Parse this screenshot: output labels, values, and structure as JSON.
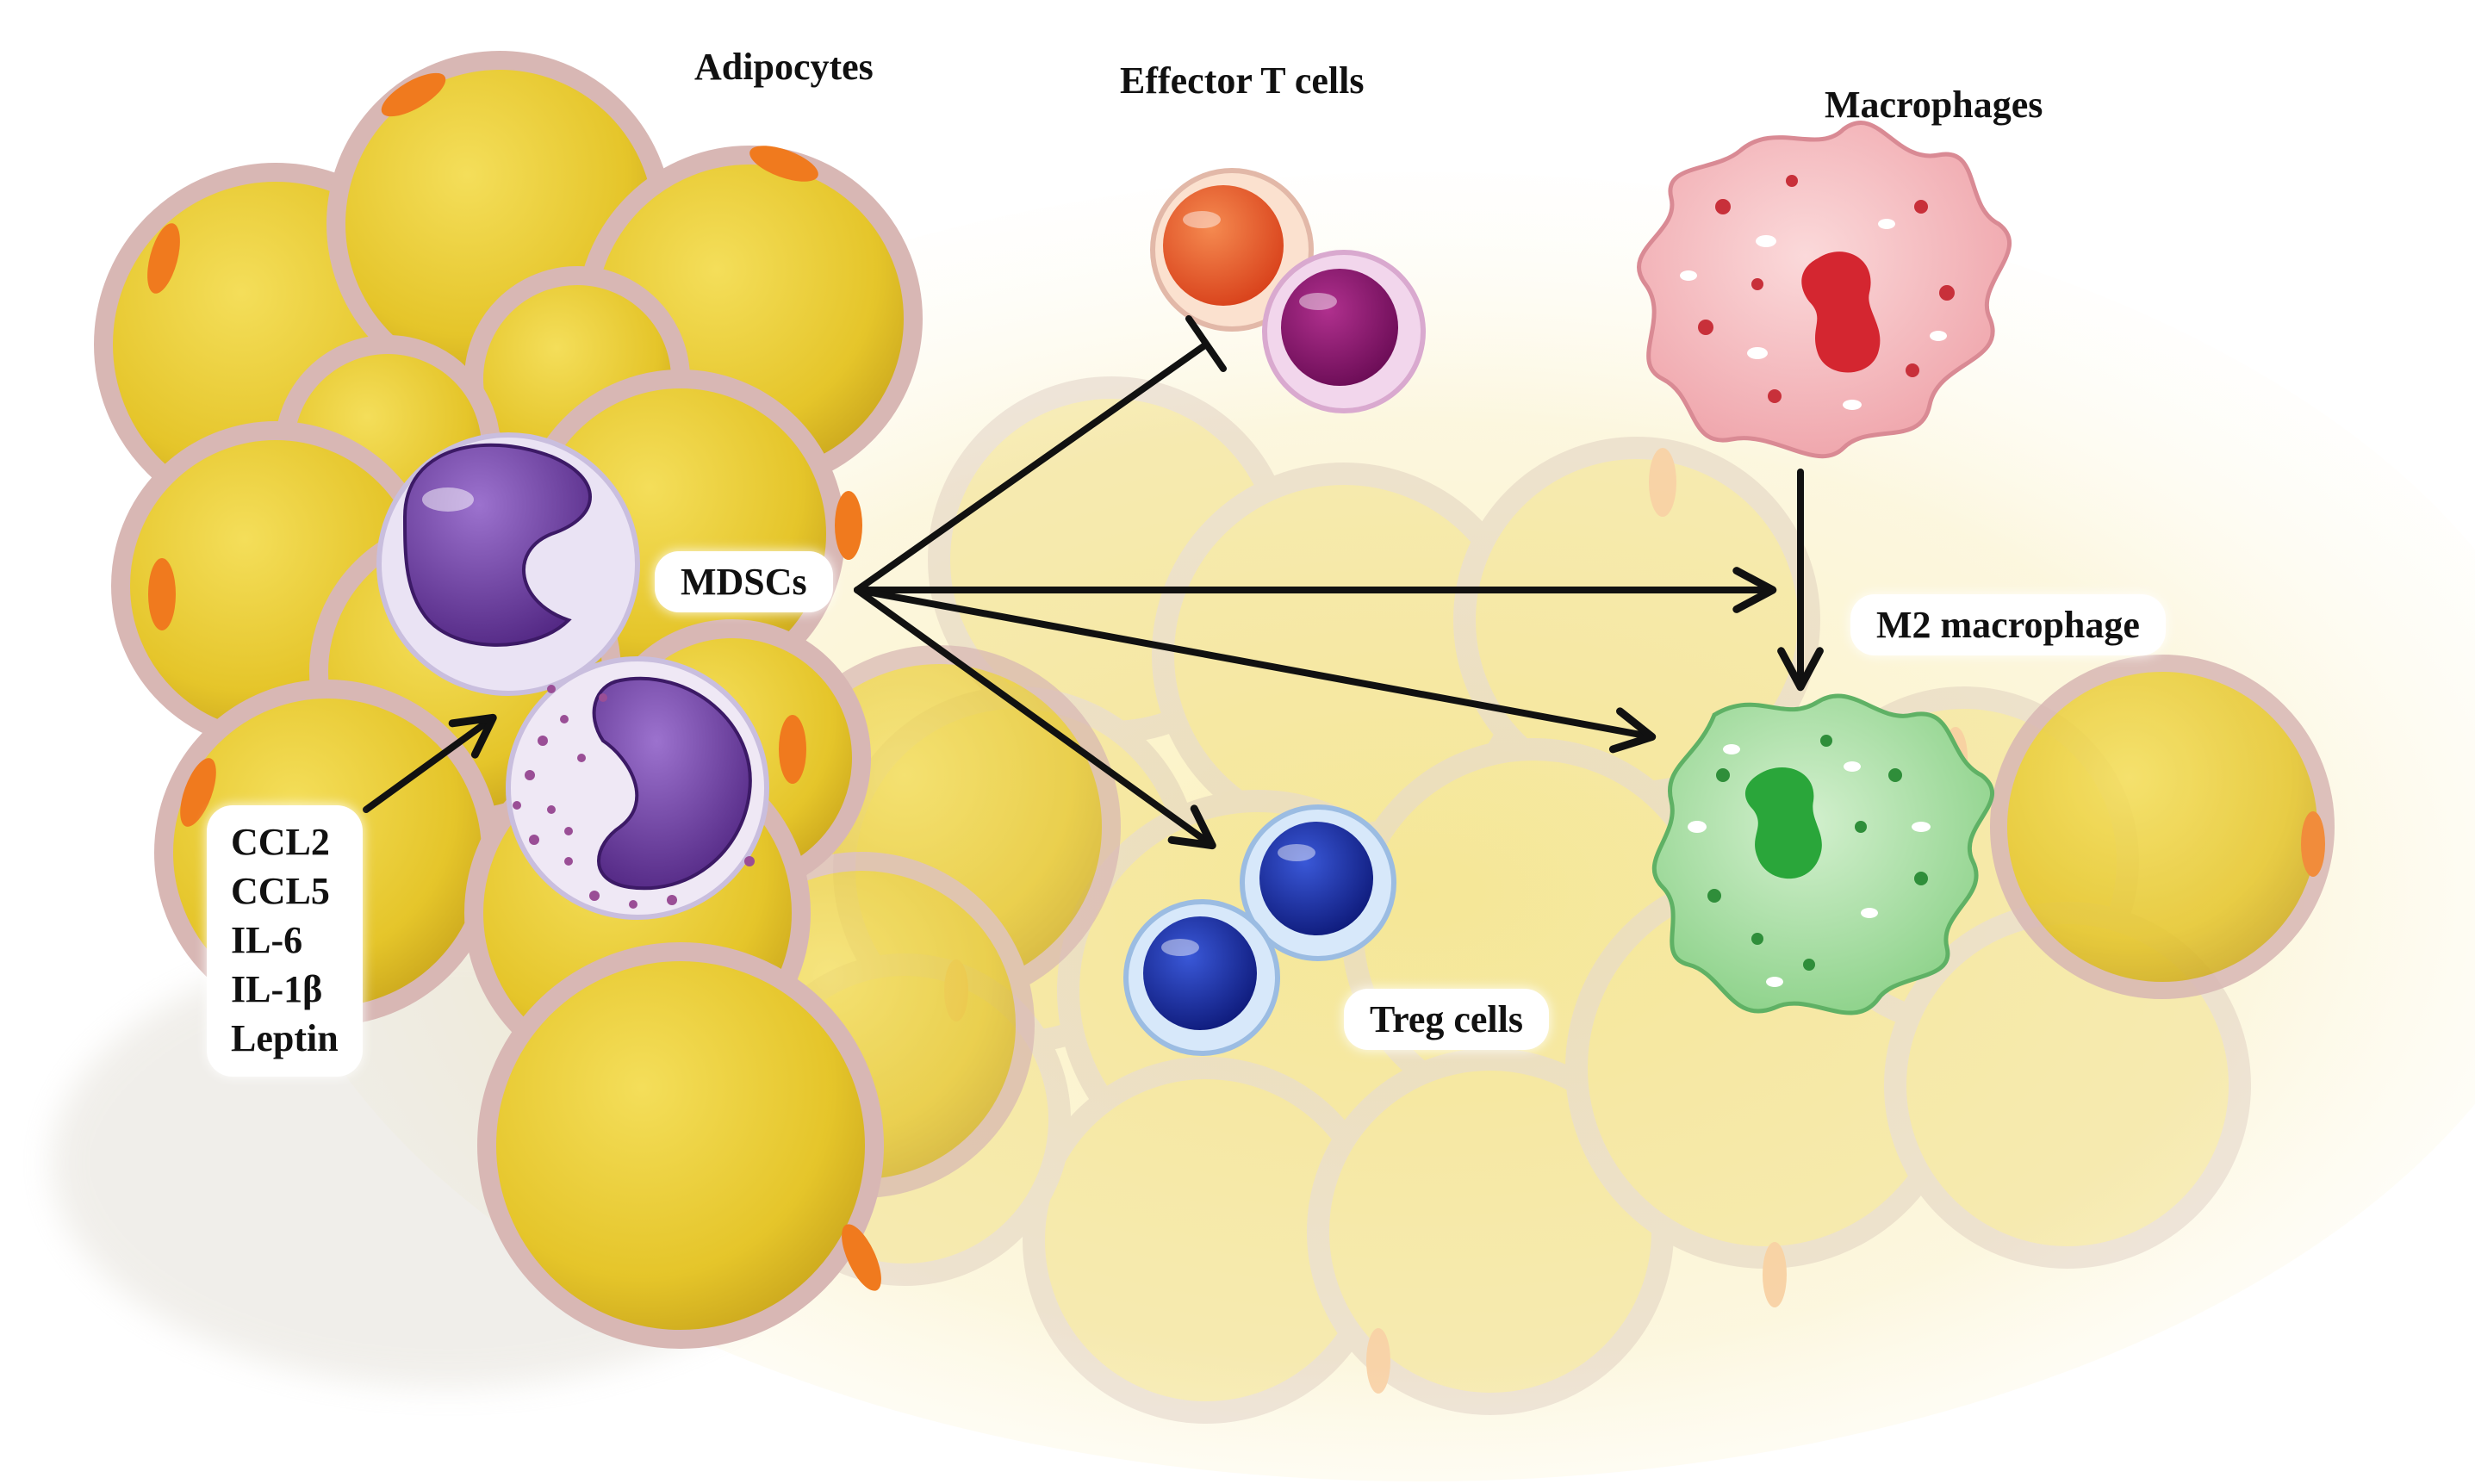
{
  "labels": {
    "adipocytes": "Adipocytes",
    "effector_t_cells": "Effector T cells",
    "macrophages": "Macrophages",
    "mdscs": "MDSCs",
    "m2_macrophage": "M2 macrophage",
    "treg_cells": "Treg cells"
  },
  "factors": [
    "CCL2",
    "CCL5",
    "IL-6",
    "IL-1β",
    "Leptin"
  ],
  "colors": {
    "adipocyte_fill": "#E7C62A",
    "adipocyte_rim": "#D8B7B4",
    "adipocyte_nucleus": "#F07A1E",
    "effector_orange": "#E8511E",
    "effector_purple": "#8A1670",
    "macrophage_pink": "#F3B4B8",
    "macrophage_nucleus": "#D42630",
    "m2_green": "#9ED89A",
    "m2_nucleus": "#2AA63A",
    "treg_blue": "#1A2E9E",
    "mdsc_purple": "#6A3A9E",
    "arrow": "#111111"
  }
}
